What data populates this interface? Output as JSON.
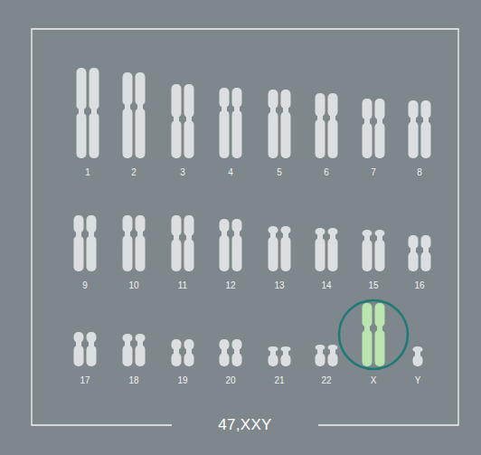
{
  "diagram": {
    "caption": "47,XXY",
    "labels": [
      "1",
      "2",
      "3",
      "4",
      "5",
      "6",
      "7",
      "8",
      "9",
      "10",
      "11",
      "12",
      "13",
      "14",
      "15",
      "16",
      "17",
      "18",
      "19",
      "20",
      "21",
      "22",
      "X",
      "Y"
    ]
  }
}
